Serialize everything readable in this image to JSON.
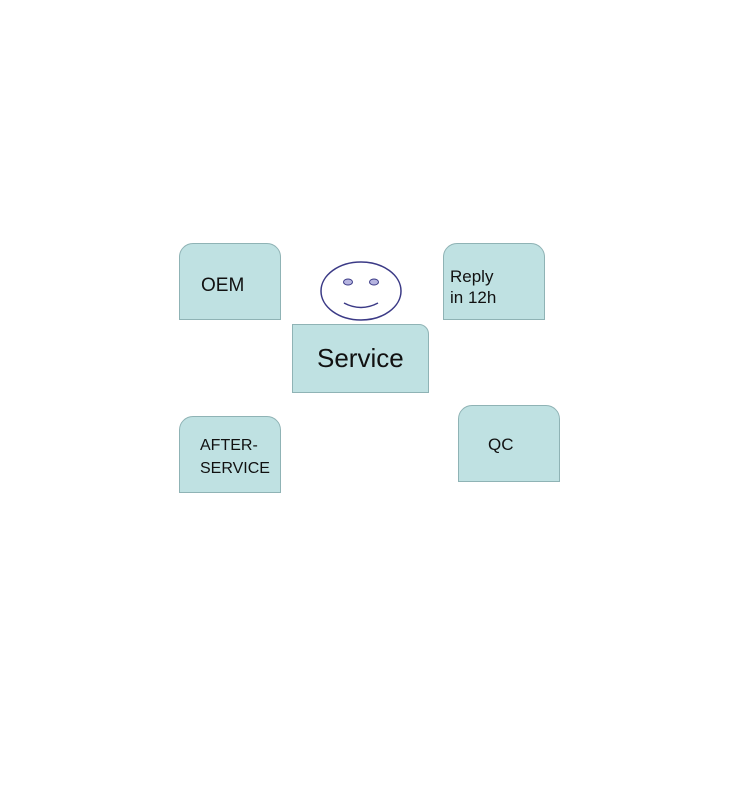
{
  "diagram": {
    "center": {
      "label": "Service"
    },
    "nodes": {
      "oem": {
        "label": "OEM"
      },
      "reply": {
        "label": "Reply\nin 12h"
      },
      "after_service": {
        "label": "AFTER-\nSERVICE"
      },
      "qc": {
        "label": "QC"
      }
    },
    "icon": "smiley-face-icon"
  },
  "colors": {
    "card_fill": "#bfe1e2",
    "card_border": "#8fb3b5",
    "smiley_stroke": "#3b3a86",
    "smiley_eye_fill": "#b6b4e0"
  }
}
